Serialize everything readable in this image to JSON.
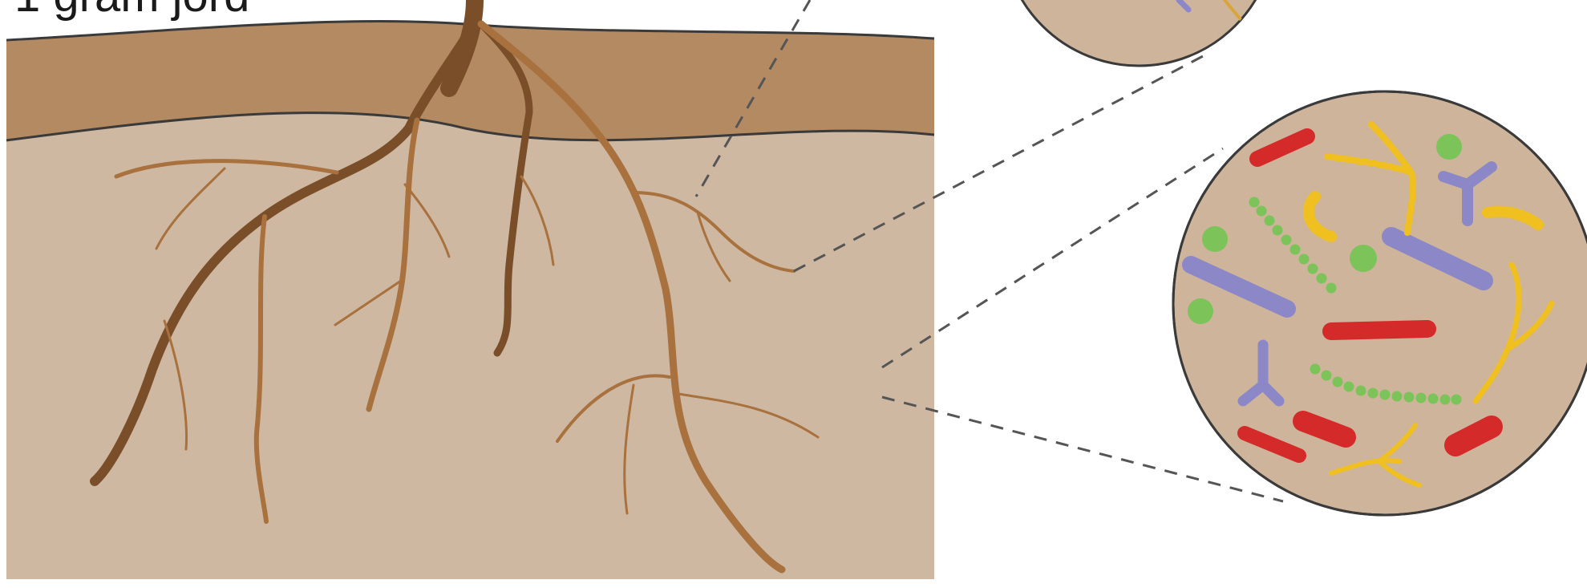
{
  "caption": "1 gram jord",
  "colors": {
    "topsoil": "#b38a62",
    "subsoil": "#ceb8a1",
    "outline": "#3a3a3a",
    "root_dark": "#7a4e28",
    "root_light": "#a8713d",
    "magnifier_fill": "#cdb49a",
    "bacteria_red": "#d42a2a",
    "bacteria_yellow": "#f0c020",
    "bacteria_blue": "#8c88c8",
    "bacteria_green": "#7cc35a"
  },
  "icons": {
    "magnifier_small": "magnified-soil-circle-partial",
    "magnifier_large": "magnified-soil-circle-microbes"
  }
}
